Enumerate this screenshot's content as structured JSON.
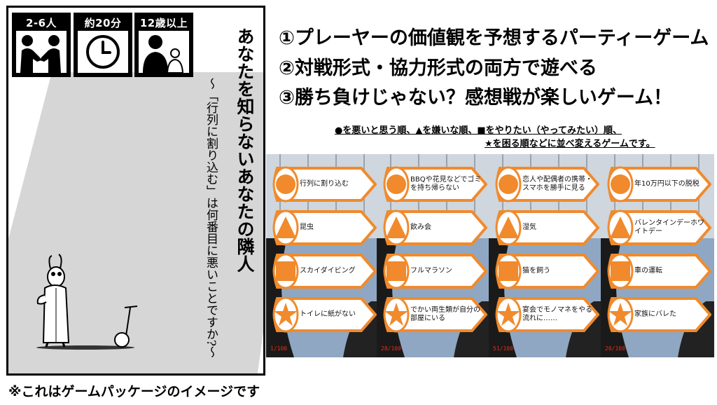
{
  "badges": [
    {
      "label": "2-6人",
      "icon": "two-people-handshake-icon"
    },
    {
      "label": "約20分",
      "icon": "clock-icon"
    },
    {
      "label": "12歳以上",
      "icon": "adult-child-icon"
    }
  ],
  "package": {
    "title": "あなたを知らないあなたの隣人",
    "subtitle": "～「行列に割り込む」は何番目に悪いことですか?～"
  },
  "note": "※これはゲームパッケージのイメージです",
  "features": [
    "①プレーヤーの価値観を予想するパーティーゲーム",
    "②対戦形式・協力形式の両方で遊べる",
    "③勝ち負けじゃない？感想戦が楽しいゲーム！"
  ],
  "description": [
    "●を悪いと思う順、▲を嫌いな順、■をやりたい（やってみたい）順、",
    "★を困る順などに並べ変えるゲームです。"
  ],
  "accent_color": "#f08a2c",
  "cards": [
    {
      "counter": "1/100",
      "items": [
        "行列に割り込む",
        "昆虫",
        "スカイダイビング",
        "トイレに紙がない"
      ]
    },
    {
      "counter": "28/100",
      "items": [
        "BBQや花見などでゴミを持ち帰らない",
        "飲み会",
        "フルマラソン",
        "でかい両生類が自分の部屋にいる"
      ]
    },
    {
      "counter": "51/100",
      "items": [
        "恋人や配偶者の携帯・スマホを勝手に見る",
        "湿気",
        "猫を飼う",
        "宴会でモノマネをやる流れに……"
      ]
    },
    {
      "counter": "20/100",
      "items": [
        "年10万円以下の脱税",
        "バレンタインデーホワイトデー",
        "車の運転",
        "家族にバレた"
      ]
    }
  ]
}
